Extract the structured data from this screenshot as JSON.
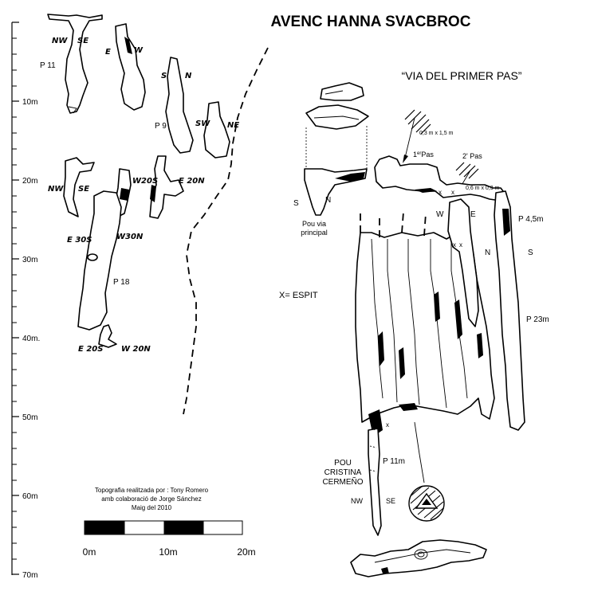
{
  "title": "AVENC HANNA SVACBROC",
  "subtitle": "“VIA DEL PRIMER PAS”",
  "depth_scale": {
    "ticks": [
      "10m",
      "20m",
      "30m",
      "40m.",
      "50m",
      "60m",
      "70m"
    ]
  },
  "left_survey": {
    "labels": {
      "p11_nw": "NW",
      "p11_se": "SE",
      "p11": "P 11",
      "e_top": "E",
      "w_top": "W",
      "p9_s": "S",
      "p9_n": "N",
      "p9": "P 9",
      "p9_sw": "SW",
      "p9_ne": "NE",
      "nw2": "NW",
      "se2": "SE",
      "w20s": "W20S",
      "e20n": "E 20N",
      "e30s": "E 30S",
      "w30n": "W30N",
      "p18": "P 18",
      "e20s": "E 20S",
      "w20n": "W 20N"
    }
  },
  "right_survey": {
    "labels": {
      "pou_s": "S",
      "pou_n": "N",
      "pou_line1": "Pou via",
      "pou_line2": "principal",
      "dim1": "0,3 m x 1,5 m",
      "first_pas": "1",
      "first_pas_sup": "er",
      "first_pas_tail": "Pas",
      "second_pas": "2' Pas",
      "dim2": "0,6 m x 0,3 m",
      "w": "W",
      "e": "E",
      "n": "N",
      "s": "S",
      "p45": "P 4,5m",
      "p23": "P 23m",
      "espit": "X= ESPIT",
      "pou_c1": "POU",
      "pou_c2": "CRISTINA",
      "pou_c3": "CERMEÑO",
      "p11m": "P 11m",
      "nw": "NW",
      "se": "SE"
    }
  },
  "credits": {
    "line1": "Topografia realitzada por : Tony Romero",
    "line2": "amb colaboració de Jorge Sánchez",
    "line3": "Maig del 2010"
  },
  "scale_bar": {
    "labels": [
      "0m",
      "10m",
      "20m"
    ]
  }
}
